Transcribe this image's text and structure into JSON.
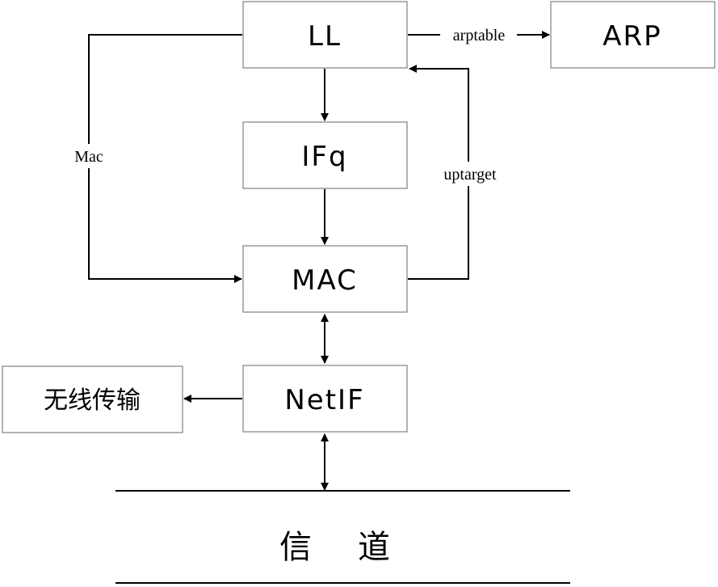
{
  "nodes": {
    "ll": "LL",
    "arp": "ARP",
    "ifq": "IFq",
    "mac": "MAC",
    "netif": "NetIF",
    "wireless": "无线传输"
  },
  "edges": {
    "arptable": "arptable",
    "mac": "Mac",
    "uptarget": "uptarget"
  },
  "channel": {
    "char1": "信",
    "char2": "道"
  }
}
